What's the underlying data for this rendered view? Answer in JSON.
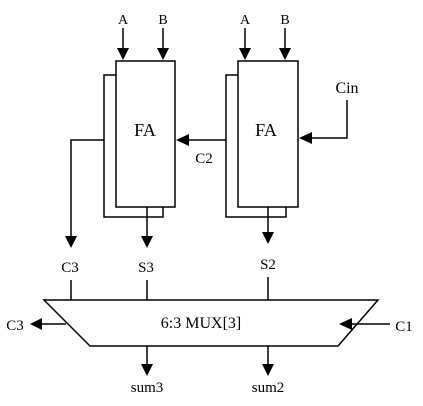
{
  "diagram": {
    "left_fa": {
      "label": "FA",
      "input_a": "A",
      "input_b": "B"
    },
    "right_fa": {
      "label": "FA",
      "input_a": "A",
      "input_b": "B"
    },
    "carry_in": "Cin",
    "carry_between": "C2",
    "left_carry_out": "C3",
    "left_sum": "S3",
    "right_sum": "S2",
    "mux": {
      "label": "6:3 MUX[3]",
      "carry_out_label": "C3",
      "carry_in_label": "C1",
      "sum_left": "sum3",
      "sum_right": "sum2"
    }
  }
}
